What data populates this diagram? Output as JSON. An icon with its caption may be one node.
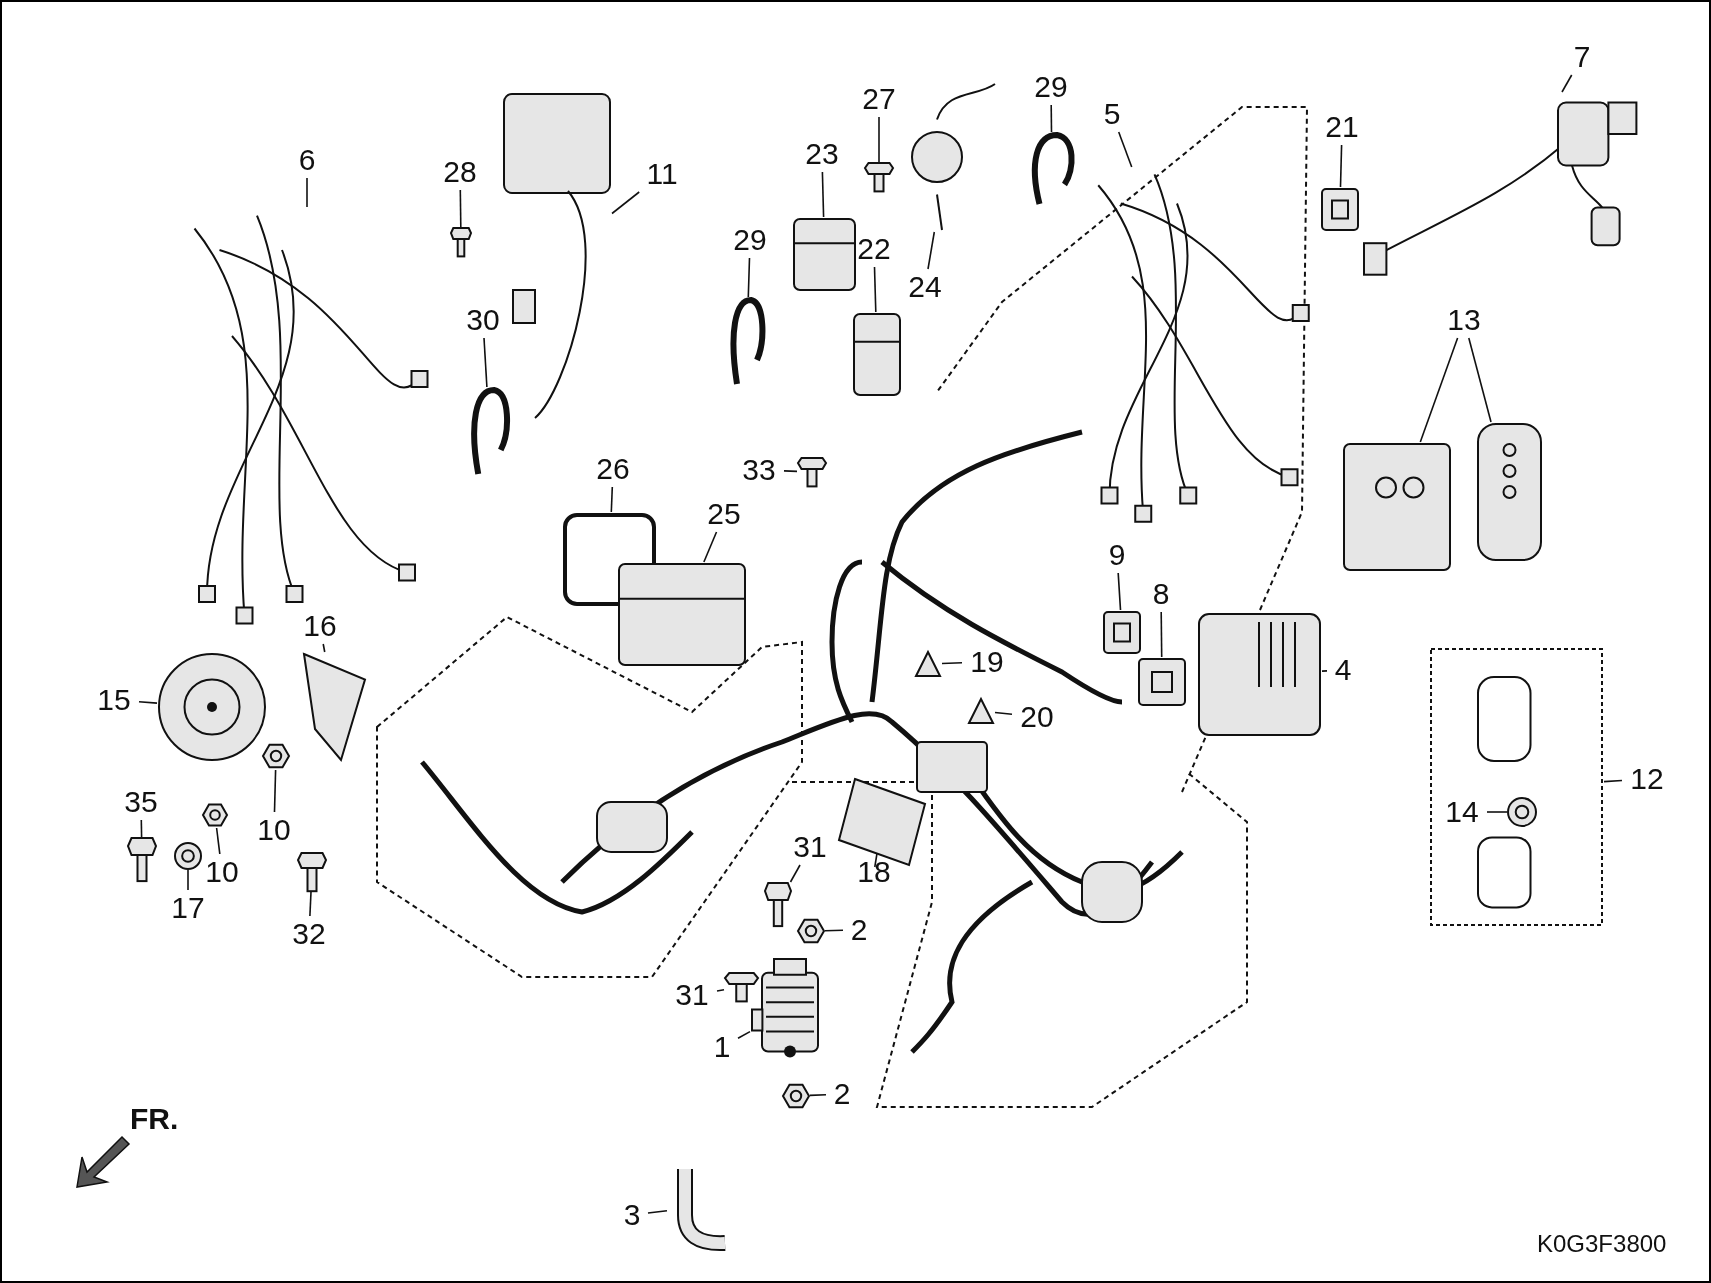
{
  "diagram": {
    "nodes": [
      {
        "text": [
          "6"
        ]
      },
      {
        "text": [],
        "shape": "picture"
      },
      {
        "text": [
          "28"
        ]
      },
      {
        "text": [],
        "shape": "picture"
      },
      {
        "text": [
          "11"
        ]
      },
      {
        "text": [],
        "shape": "picture"
      },
      {
        "text": [
          "30"
        ]
      },
      {
        "text": [],
        "shape": "picture"
      },
      {
        "text": [
          "29"
        ]
      },
      {
        "text": [],
        "shape": "picture"
      },
      {
        "text": [
          "23"
        ]
      },
      {
        "text": [],
        "shape": "picture"
      },
      {
        "text": [
          "22"
        ]
      },
      {
        "text": [],
        "shape": "picture"
      },
      {
        "text": [
          "27"
        ]
      },
      {
        "text": [],
        "shape": "picture"
      },
      {
        "text": [
          "24"
        ]
      },
      {
        "text": [],
        "shape": "picture"
      },
      {
        "text": [
          "29"
        ]
      },
      {
        "text": [],
        "shape": "picture"
      },
      {
        "text": [
          "5"
        ]
      },
      {
        "text": [],
        "shape": "picture"
      },
      {
        "text": [
          "21"
        ]
      },
      {
        "text": [],
        "shape": "picture"
      },
      {
        "text": [
          "7"
        ]
      },
      {
        "text": [],
        "shape": "picture"
      },
      {
        "text": [
          "13"
        ]
      },
      {
        "text": [],
        "shape": "picture"
      },
      {
        "text": [],
        "shape": "picture"
      },
      {
        "text": [
          "33"
        ]
      },
      {
        "text": [],
        "shape": "picture"
      },
      {
        "text": [
          "26"
        ]
      },
      {
        "text": [],
        "shape": "picture"
      },
      {
        "text": [
          "25"
        ]
      },
      {
        "text": [],
        "shape": "picture"
      },
      {
        "text": [
          "9"
        ]
      },
      {
        "text": [],
        "shape": "picture"
      },
      {
        "text": [
          "8"
        ]
      },
      {
        "text": [],
        "shape": "picture"
      },
      {
        "text": [
          "19"
        ]
      },
      {
        "text": [],
        "shape": "picture"
      },
      {
        "text": [
          "20"
        ]
      },
      {
        "text": [],
        "shape": "picture"
      },
      {
        "text": [
          "4"
        ]
      },
      {
        "text": [],
        "shape": "picture"
      },
      {
        "text": [
          "12"
        ]
      },
      {
        "text": [],
        "shape": "box"
      },
      {
        "text": [
          "14"
        ],
        "in": 46
      },
      {
        "text": [],
        "shape": "picture",
        "in": 46
      },
      {
        "text": [
          "15"
        ]
      },
      {
        "text": [],
        "shape": "picture"
      },
      {
        "text": [
          "16"
        ]
      },
      {
        "text": [],
        "shape": "picture"
      },
      {
        "text": [
          "10"
        ]
      },
      {
        "text": [],
        "shape": "picture"
      },
      {
        "text": [
          "35"
        ]
      },
      {
        "text": [],
        "shape": "picture"
      },
      {
        "text": [
          "17"
        ]
      },
      {
        "text": [],
        "shape": "picture"
      },
      {
        "text": [
          "10"
        ]
      },
      {
        "text": [],
        "shape": "picture"
      },
      {
        "text": [
          "32"
        ]
      },
      {
        "text": [],
        "shape": "picture"
      },
      {
        "text": [
          "31"
        ]
      },
      {
        "text": [],
        "shape": "picture"
      },
      {
        "text": [
          "2"
        ]
      },
      {
        "text": [],
        "shape": "picture"
      },
      {
        "text": [
          "18"
        ]
      },
      {
        "text": [],
        "shape": "picture"
      },
      {
        "text": [
          "31"
        ]
      },
      {
        "text": [],
        "shape": "picture"
      },
      {
        "text": [
          "1"
        ]
      },
      {
        "text": [],
        "shape": "picture"
      },
      {
        "text": [
          "2"
        ]
      },
      {
        "text": [],
        "shape": "picture"
      },
      {
        "text": [
          "3"
        ]
      },
      {
        "text": [],
        "shape": "picture"
      }
    ],
    "edges": [
      {
        "from": 0,
        "to": 1,
        "arrow": "none"
      },
      {
        "from": 2,
        "to": 3,
        "arrow": "none"
      },
      {
        "from": 4,
        "to": 5,
        "arrow": "none"
      },
      {
        "from": 6,
        "to": 7,
        "arrow": "none"
      },
      {
        "from": 8,
        "to": 9,
        "arrow": "none"
      },
      {
        "from": 10,
        "to": 11,
        "arrow": "none"
      },
      {
        "from": 12,
        "to": 13,
        "arrow": "none"
      },
      {
        "from": 14,
        "to": 15,
        "arrow": "none"
      },
      {
        "from": 16,
        "to": 17,
        "arrow": "none"
      },
      {
        "from": 18,
        "to": 19,
        "arrow": "none"
      },
      {
        "from": 20,
        "to": 21,
        "arrow": "none"
      },
      {
        "from": 22,
        "to": 23,
        "arrow": "none"
      },
      {
        "from": 24,
        "to": 25,
        "arrow": "none"
      },
      {
        "from": 26,
        "to": 27,
        "arrow": "none"
      },
      {
        "from": 26,
        "to": 28,
        "arrow": "none"
      },
      {
        "from": 29,
        "to": 30,
        "arrow": "none"
      },
      {
        "from": 31,
        "to": 32,
        "arrow": "none"
      },
      {
        "from": 33,
        "to": 34,
        "arrow": "none"
      },
      {
        "from": 35,
        "to": 36,
        "arrow": "none"
      },
      {
        "from": 37,
        "to": 38,
        "arrow": "none"
      },
      {
        "from": 39,
        "to": 40,
        "arrow": "none"
      },
      {
        "from": 41,
        "to": 42,
        "arrow": "none"
      },
      {
        "from": 43,
        "to": 44,
        "arrow": "none"
      },
      {
        "from": 45,
        "to": 46,
        "arrow": "none"
      },
      {
        "from": 47,
        "to": 48,
        "arrow": "none"
      },
      {
        "from": 49,
        "to": 50,
        "arrow": "none"
      },
      {
        "from": 51,
        "to": 52,
        "arrow": "none"
      },
      {
        "from": 53,
        "to": 54,
        "arrow": "none"
      },
      {
        "from": 55,
        "to": 56,
        "arrow": "none"
      },
      {
        "from": 57,
        "to": 58,
        "arrow": "none"
      },
      {
        "from": 59,
        "to": 60,
        "arrow": "none"
      },
      {
        "from": 61,
        "to": 62,
        "arrow": "none"
      },
      {
        "from": 63,
        "to": 64,
        "arrow": "none"
      },
      {
        "from": 65,
        "to": 66,
        "arrow": "none"
      },
      {
        "from": 67,
        "to": 68,
        "arrow": "none"
      },
      {
        "from": 69,
        "to": 70,
        "arrow": "none"
      },
      {
        "from": 71,
        "to": 72,
        "arrow": "none"
      },
      {
        "from": 73,
        "to": 74,
        "arrow": "none"
      },
      {
        "from": 75,
        "to": 76,
        "arrow": "none"
      }
    ],
    "labels": [
      "FR.",
      "K0G3F3800"
    ]
  }
}
